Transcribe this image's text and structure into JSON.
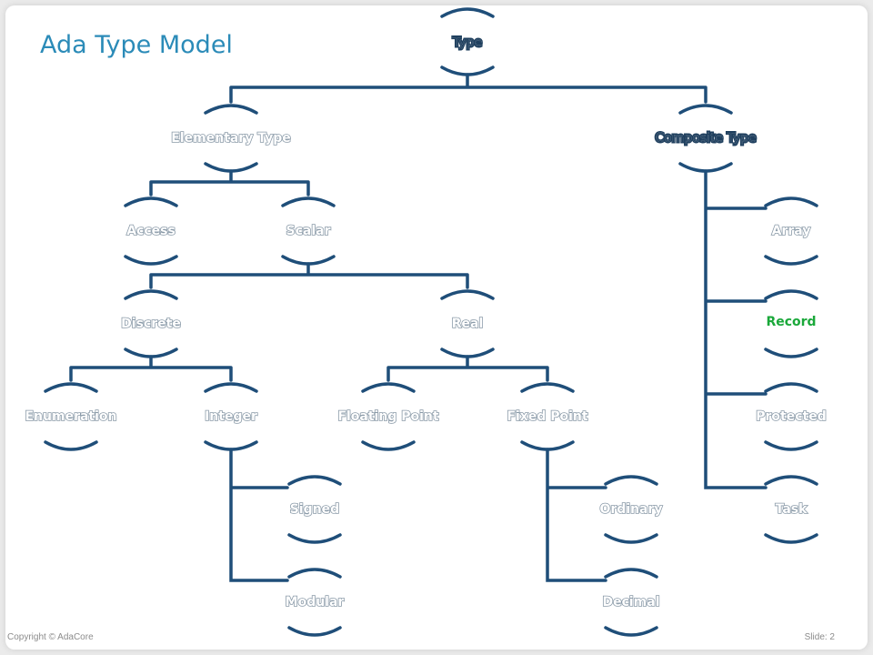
{
  "slide": {
    "title": "Ada Type Model",
    "copyright": "Copyright © AdaCore",
    "slide_label": "Slide: 2",
    "line_color": "#1f4e79",
    "accent_color": "#2b8bb8",
    "highlight_color": "#1aa83a"
  },
  "nodes": {
    "type": "Type",
    "elementary": "Elementary Type",
    "composite": "Composite Type",
    "access": "Access",
    "scalar": "Scalar",
    "discrete": "Discrete",
    "real": "Real",
    "enumeration": "Enumeration",
    "integer": "Integer",
    "floating_point": "Floating Point",
    "fixed_point": "Fixed Point",
    "signed": "Signed",
    "modular": "Modular",
    "ordinary": "Ordinary",
    "decimal": "Decimal",
    "array": "Array",
    "record": "Record",
    "protected": "Protected",
    "task": "Task"
  }
}
